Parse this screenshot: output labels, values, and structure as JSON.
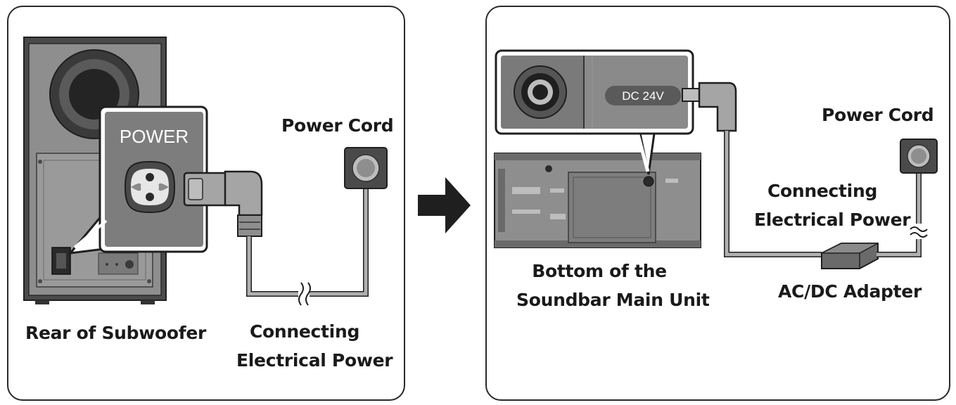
{
  "left_panel": {
    "subwoofer_label": "Rear of Subwoofer",
    "power_port_label": "POWER",
    "power_cord_label": "Power Cord",
    "connecting_label": [
      "Connecting",
      "Electrical Power"
    ]
  },
  "right_panel": {
    "dc_port_label": "DC 24V",
    "soundbar_label": [
      "Bottom of the",
      "Soundbar Main Unit"
    ],
    "power_cord_label": "Power Cord",
    "connecting_label": [
      "Connecting",
      "Electrical Power"
    ],
    "adapter_label": "AC/DC Adapter"
  },
  "colors": {
    "device_gray": "#8c8c8c",
    "device_dark": "#4d4d4d",
    "outline": "#1f1f1f",
    "cable": "#9a9a9a"
  }
}
